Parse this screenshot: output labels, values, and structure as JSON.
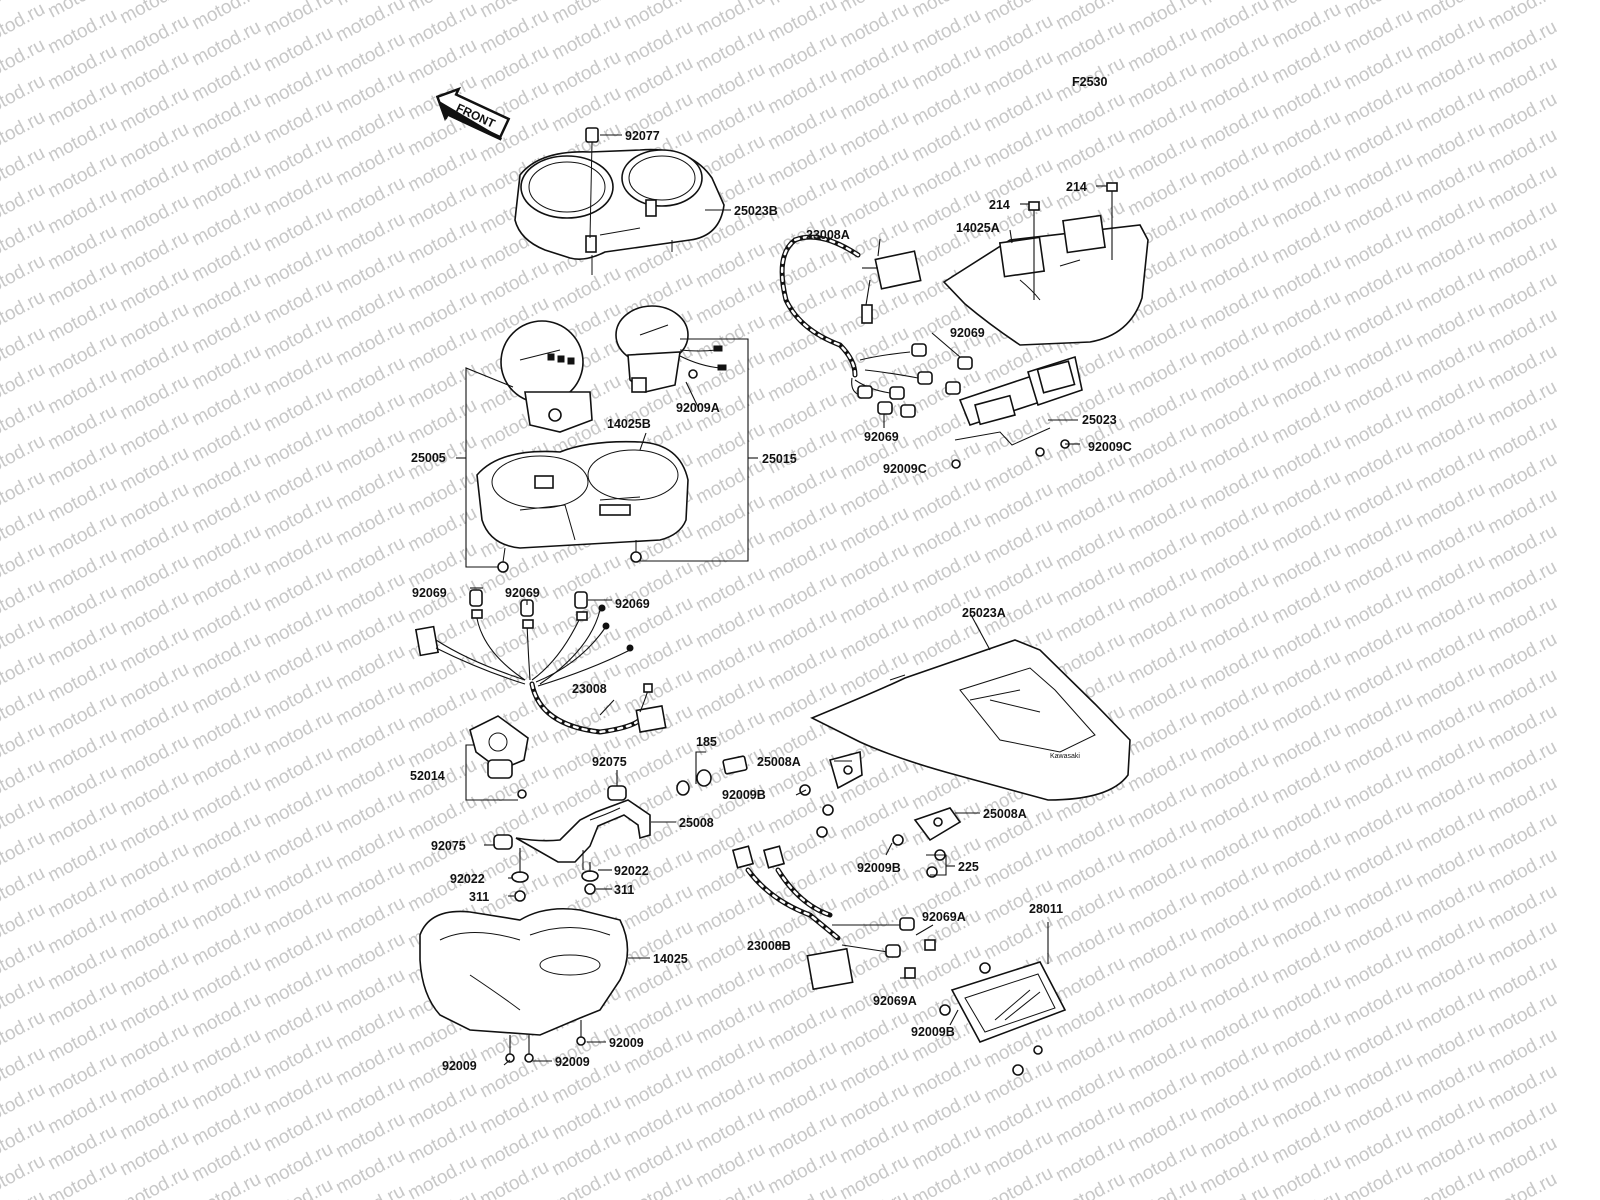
{
  "figure_code": "F2530",
  "front_arrow": "FRONT",
  "watermark": "motod.ru",
  "labels": {
    "p92077": "92077",
    "p25023B": "25023B",
    "p23008A": "23008A",
    "p214a": "214",
    "p214b": "214",
    "p14025A": "14025A",
    "p92069_r1": "92069",
    "p92009A": "92009A",
    "p14025B": "14025B",
    "p25005": "25005",
    "p25015": "25015",
    "p92069_r2": "92069",
    "p25023": "25023",
    "p92009C_a": "92009C",
    "p92009C_b": "92009C",
    "p92069_l1": "92069",
    "p92069_l2": "92069",
    "p92069_l3": "92069",
    "p25023A": "25023A",
    "p23008": "23008",
    "p185": "185",
    "p92075_a": "92075",
    "p25008A_a": "25008A",
    "p52014": "52014",
    "p92009B_a": "92009B",
    "p25008": "25008",
    "p25008A_b": "25008A",
    "p92075_b": "92075",
    "p92022_a": "92022",
    "p92022_b": "92022",
    "p311_a": "311",
    "p311_b": "311",
    "p92009B_b": "92009B",
    "p225": "225",
    "p28011": "28011",
    "p92069A_a": "92069A",
    "p23008B": "23008B",
    "p14025": "14025",
    "p92069A_b": "92069A",
    "p92009B_c": "92009B",
    "p92009_a": "92009",
    "p92009_b": "92009",
    "p92009_c": "92009"
  }
}
